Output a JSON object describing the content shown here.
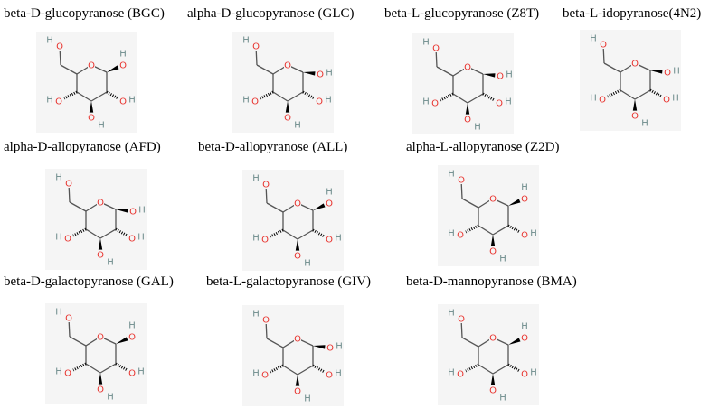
{
  "molecules": [
    {
      "name": "beta-D-glucopyranose (BGC)",
      "anomer": "beta"
    },
    {
      "name": "alpha-D-glucopyranose (GLC)",
      "anomer": "alpha"
    },
    {
      "name": "beta-L-glucopyranose (Z8T)",
      "anomer": "alpha"
    },
    {
      "name": "beta-L-idopyranose(4N2)",
      "anomer": "alpha"
    },
    {
      "name": "alpha-D-allopyranose (AFD)",
      "anomer": "alpha"
    },
    {
      "name": "beta-D-allopyranose (ALL)",
      "anomer": "beta"
    },
    {
      "name": "alpha-L-allopyranose (Z2D)",
      "anomer": "beta"
    },
    {
      "name": "beta-D-galactopyranose (GAL)",
      "anomer": "beta"
    },
    {
      "name": "beta-L-galactopyranose (GIV)",
      "anomer": "alpha"
    },
    {
      "name": "beta-D-mannopyranose (BMA)",
      "anomer": "beta"
    }
  ],
  "atom_labels": {
    "oxygen": "O",
    "hydrogen": "H"
  },
  "colors": {
    "oxygen": "#e8322d",
    "bond": "#555555",
    "hydrogen": "#6b8a8a",
    "background": "#f5f5f5"
  }
}
